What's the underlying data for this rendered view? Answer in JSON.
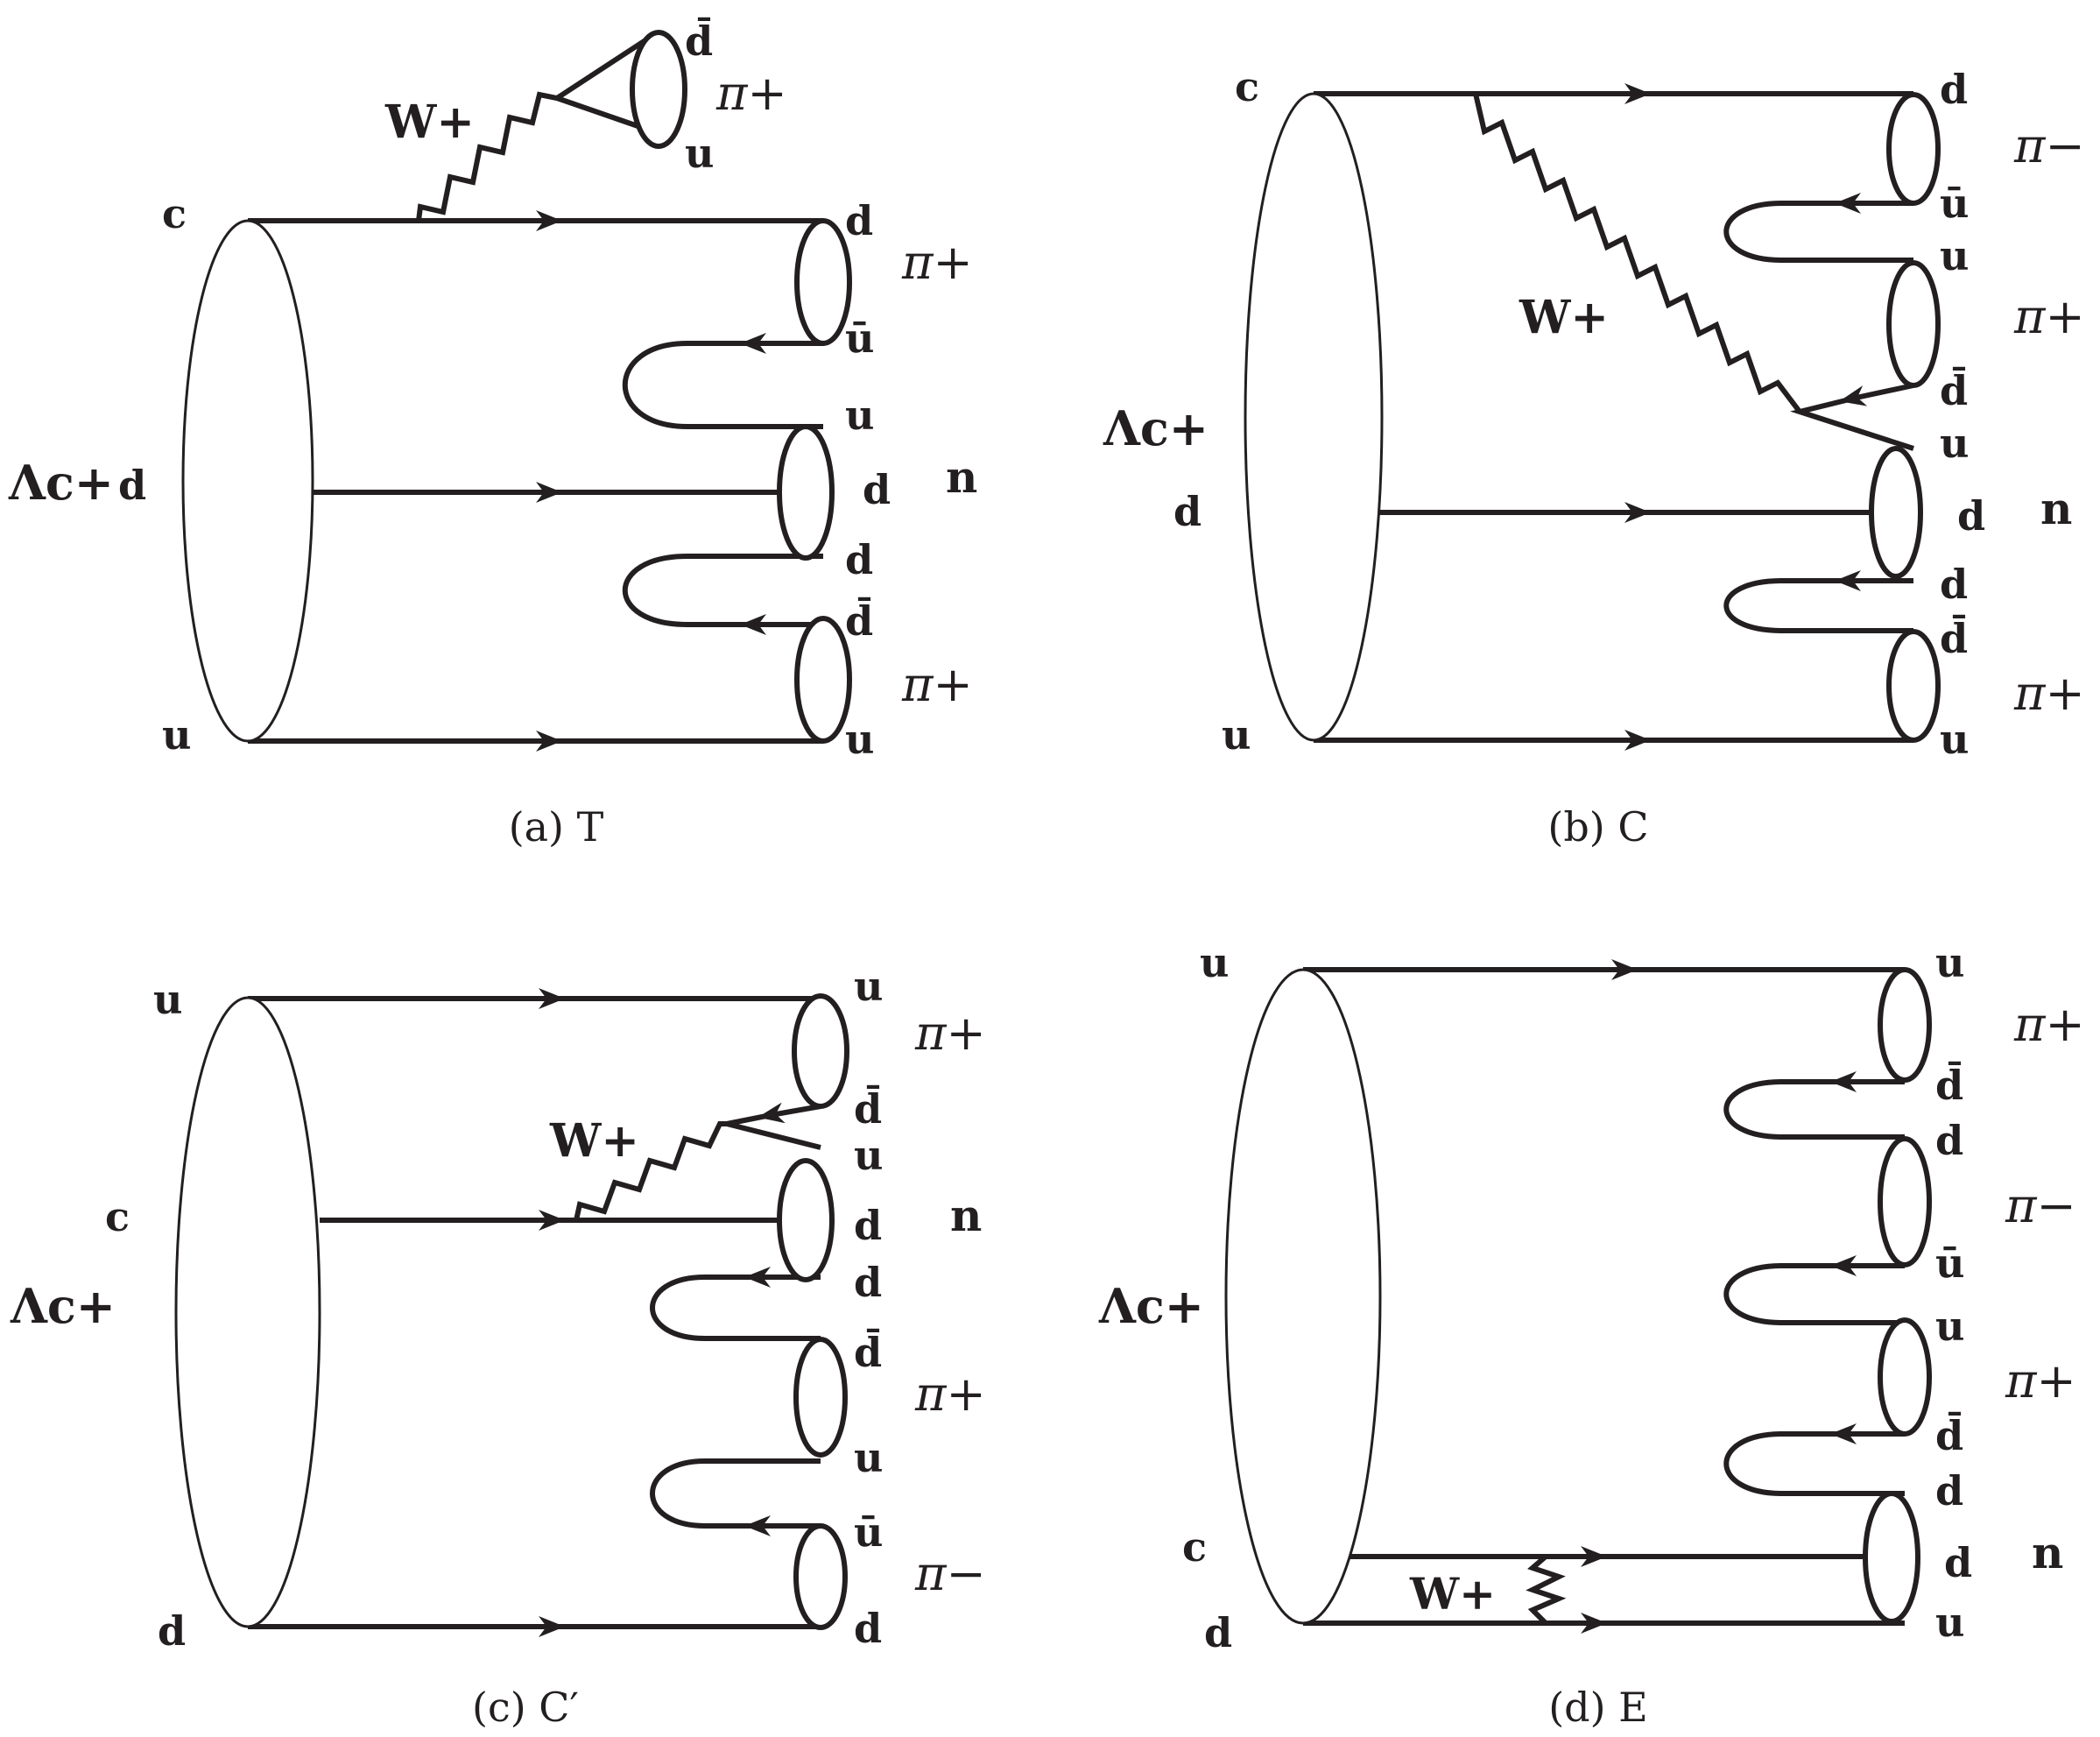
{
  "figure": {
    "panels": [
      {
        "id": "a",
        "caption": "(a) T",
        "baryon": "Λc+",
        "boson": "W+",
        "initial_quarks": [
          "c",
          "d",
          "u"
        ],
        "final_quarks": [
          "d",
          "ū",
          "u",
          "d",
          "d",
          "d̄",
          "u"
        ],
        "emitted_pair": [
          "d̄",
          "u"
        ],
        "hadrons": [
          "π+",
          "π+",
          "n",
          "π+"
        ]
      },
      {
        "id": "b",
        "caption": "(b) C",
        "baryon": "Λc+",
        "boson": "W+",
        "initial_quarks": [
          "c",
          "d",
          "u"
        ],
        "final_quarks": [
          "d",
          "ū",
          "u",
          "d̄",
          "u",
          "d",
          "d",
          "d̄",
          "u"
        ],
        "hadrons": [
          "π−",
          "π+",
          "n",
          "π+"
        ]
      },
      {
        "id": "c",
        "caption": "(c) C′",
        "baryon": "Λc+",
        "boson": "W+",
        "initial_quarks": [
          "u",
          "c",
          "d"
        ],
        "final_quarks": [
          "u",
          "d̄",
          "u",
          "d",
          "d",
          "d̄",
          "u",
          "ū",
          "d"
        ],
        "hadrons": [
          "π+",
          "n",
          "π+",
          "π−"
        ]
      },
      {
        "id": "d",
        "caption": "(d) E",
        "baryon": "Λc+",
        "boson": "W+",
        "initial_quarks": [
          "u",
          "c",
          "d"
        ],
        "final_quarks": [
          "u",
          "d̄",
          "d",
          "ū",
          "u",
          "d̄",
          "d",
          "d",
          "u"
        ],
        "hadrons": [
          "π+",
          "π−",
          "π+",
          "n"
        ]
      }
    ]
  }
}
